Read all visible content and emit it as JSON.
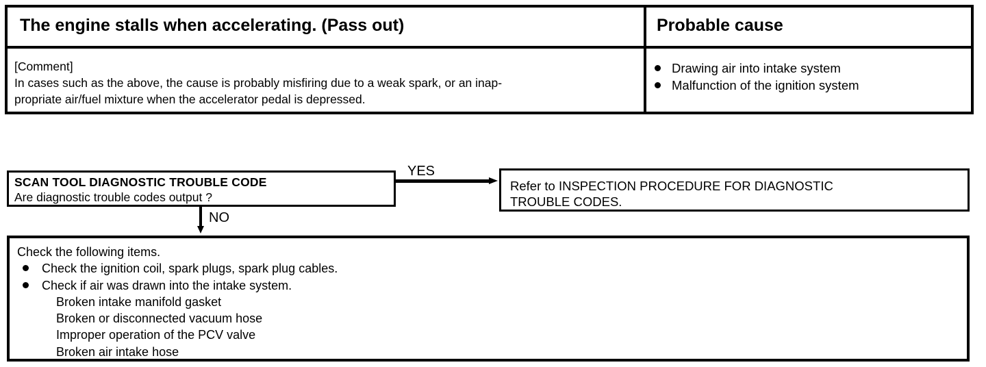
{
  "top_table": {
    "symptom_title": "The engine stalls when accelerating. (Pass out)",
    "cause_title": "Probable cause",
    "comment_label": "[Comment]",
    "comment_lines": [
      "In cases such as the above, the cause is probably misfiring due to a weak spark, or an inap-",
      "propriate air/fuel mixture when the accelerator pedal is depressed."
    ],
    "causes": [
      "Drawing air into intake system",
      "Malfunction of the ignition system"
    ]
  },
  "flowchart": {
    "question_box": {
      "title": "SCAN TOOL DIAGNOSTIC TROUBLE CODE",
      "question": "Are diagnostic trouble codes output ?"
    },
    "yes_label": "YES",
    "no_label": "NO",
    "refer_box": {
      "lines": [
        "Refer to INSPECTION PROCEDURE FOR DIAGNOSTIC",
        "TROUBLE CODES."
      ]
    },
    "check_box": {
      "intro": "Check the following items.",
      "bullets": [
        "Check the ignition coil, spark plugs, spark plug cables.",
        "Check if air was drawn into the intake system."
      ],
      "sub_items": [
        "Broken intake manifold gasket",
        "Broken or disconnected vacuum hose",
        "Improper operation of the PCV valve",
        "Broken air intake hose"
      ]
    }
  }
}
